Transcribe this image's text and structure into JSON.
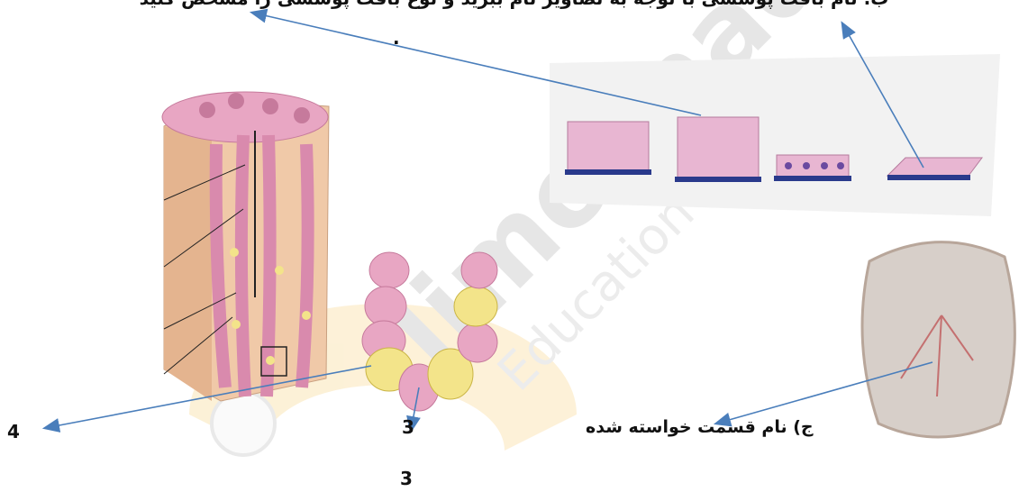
{
  "top_text": "ب. نام بافت پوششی با توجه به تصاویر نام ببرید و نوع بافت پوششی را مشخص کنید",
  "dot_text": ".",
  "labels": {
    "four": "4",
    "three_near": "3",
    "three_bottom": "3",
    "part_name": "ج) نام قسمت خواسته شده"
  },
  "watermark": {
    "brand": "limoonad",
    "tagline": "Education For All"
  },
  "colors": {
    "arrow": "#4a7ebb",
    "tissue_pink": "#e8a6c3",
    "cell_yellow": "#f3e48a",
    "membrane_blue": "#2a3a8c",
    "watermark": "#e3e3e3",
    "logo_orange": "#f5c27a"
  }
}
